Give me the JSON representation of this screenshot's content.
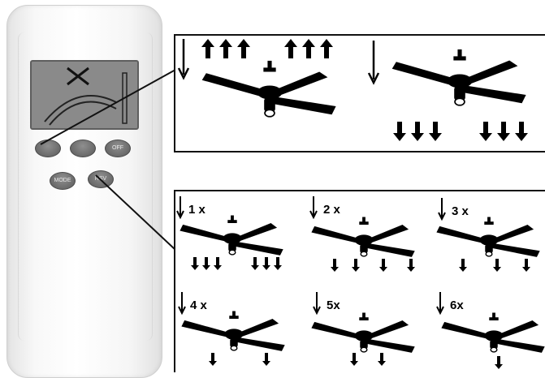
{
  "remote": {
    "buttons": {
      "row1": [
        {
          "label": "",
          "name": "fan-direction-button"
        },
        {
          "label": "",
          "name": "light-button"
        },
        {
          "label": "OFF",
          "name": "off-button"
        }
      ],
      "row2": [
        {
          "label": "MODE",
          "name": "mode-button"
        },
        {
          "label": "RSV",
          "name": "speed-button"
        }
      ]
    }
  },
  "speeds": [
    {
      "count": "1 x"
    },
    {
      "count": "2 x"
    },
    {
      "count": "3 x"
    },
    {
      "count": "4 x"
    },
    {
      "count": "5x"
    },
    {
      "count": "6x"
    }
  ],
  "colors": {
    "outline": "#111111",
    "button": "#6a6a6a",
    "lcd": "#8a8a8a"
  }
}
